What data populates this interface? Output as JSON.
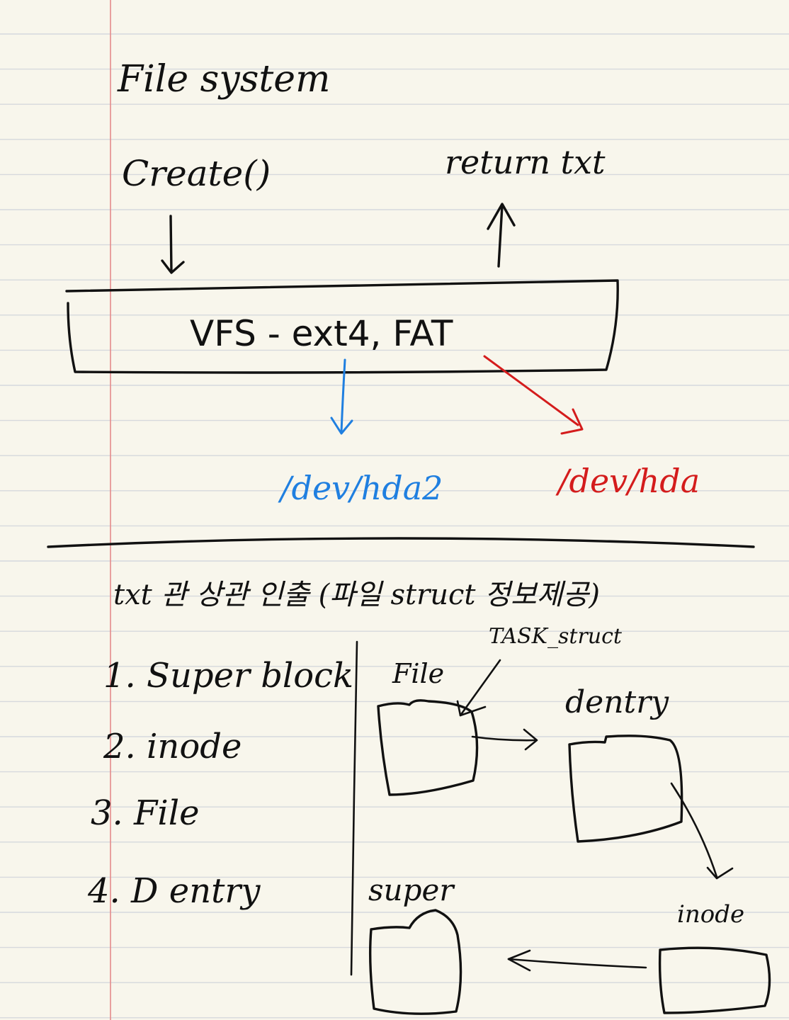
{
  "colors": {
    "paper": "#f8f6ec",
    "rule_line": "#d6d9dd",
    "margin_line": "#e58a8a",
    "ink": "#111111",
    "blue_ink": "#1f7fe0",
    "red_ink": "#d41c1c"
  },
  "heading": "File system",
  "create_call": "Create()",
  "return_label": "return txt",
  "vfs_box_label": "VFS - ext4, FAT",
  "device_blue": "/dev/hda2",
  "device_red": "/dev/hda",
  "section_title": "txt 관 상관 인출 (파일 struct 정보제공)",
  "list_items": [
    "1. Super block",
    "2. inode",
    "3. File",
    "4. D entry"
  ],
  "diagram": {
    "file_label": "File",
    "task_struct_label": "TASK_struct",
    "dentry_label": "dentry",
    "super_label": "super",
    "inode_label": "inode"
  }
}
